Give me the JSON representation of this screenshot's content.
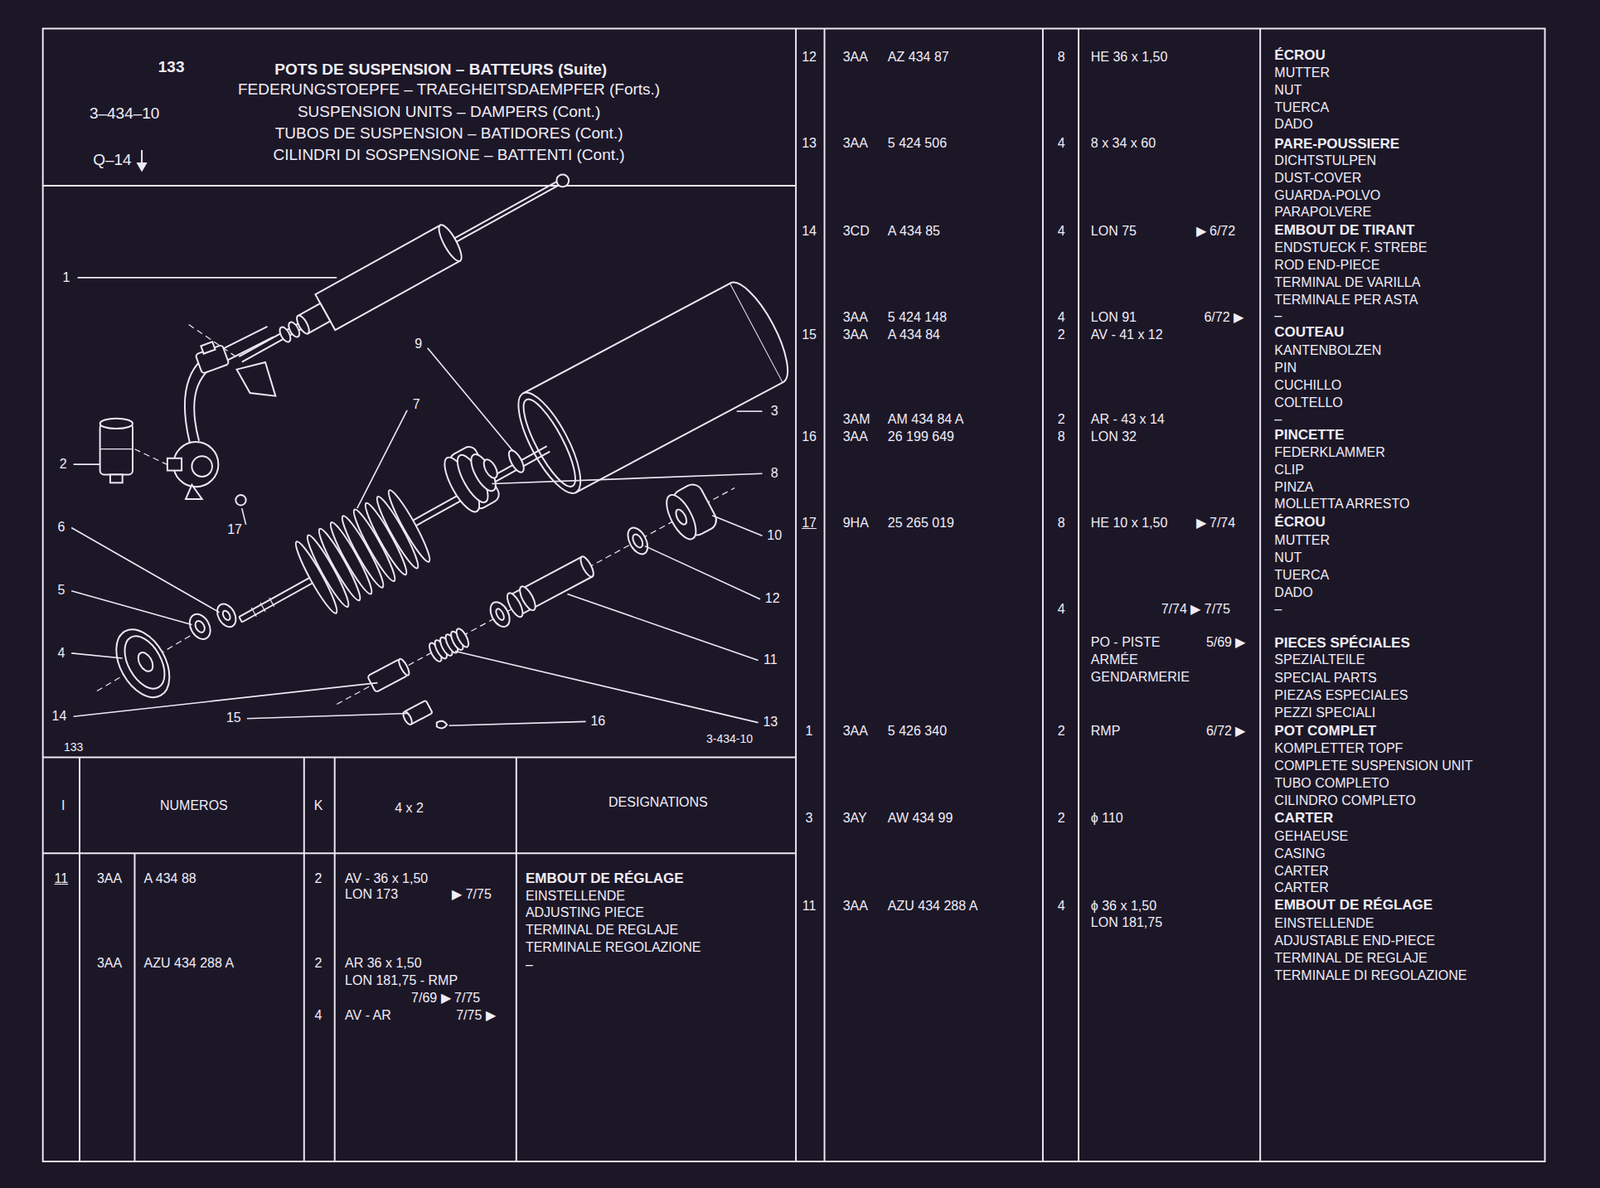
{
  "diagram": {
    "title": "POTS DE SUSPENSION – BATTEURS (Suite)",
    "labels": [
      "133",
      "FEDERUNGSTOEPFE – TRAEGHEITSDAEMPFER (Forts.)",
      "SUSPENSION UNITS – DAMPERS (Cont.)",
      "TUBOS DE SUSPENSION – BATIDORES (Cont.)",
      "CILINDRI DI SOSPENSIONE – BATTENTI (Cont.)",
      "3–434–10",
      "Q–14",
      "1",
      "2",
      "6",
      "5",
      "4",
      "14",
      "15",
      "16",
      "13",
      "11",
      "12",
      "10",
      "8",
      "3",
      "9",
      "7",
      "17",
      "133",
      "3-434-10",
      "I",
      "NUMEROS",
      "K",
      "4 x 2",
      "DESIGNATIONS",
      "11",
      "3AA",
      "A 434 88",
      "2",
      "AV - 36 x 1,50",
      "LON 173",
      "▶ 7/75",
      "EMBOUT DE RÉGLAGE",
      "EINSTELLENDE",
      "ADJUSTING PIECE",
      "TERMINAL DE REGLAJE",
      "TERMINALE REGOLAZIONE",
      "–",
      "3AA",
      "AZU 434 288 A",
      "2",
      "AR 36 x 1,50",
      "LON 181,75 - RMP",
      "7/69 ▶ 7/75",
      "4",
      "AV - AR",
      "7/75 ▶",
      "12",
      "3AA",
      "AZ 434 87",
      "8",
      "HE 36 x 1,50",
      "ÉCROU",
      "MUTTER",
      "NUT",
      "TUERCA",
      "DADO",
      "13",
      "3AA",
      "5 424 506",
      "4",
      "8 x 34 x 60",
      "PARE-POUSSIERE",
      "DICHTSTULPEN",
      "DUST-COVER",
      "GUARDA-POLVO",
      "PARAPOLVERE",
      "14",
      "3CD",
      "A 434 85",
      "4",
      "LON 75",
      "▶ 6/72",
      "EMBOUT DE TIRANT",
      "ENDSTUECK F. STREBE",
      "ROD END-PIECE",
      "TERMINAL DE VARILLA",
      "TERMINALE PER ASTA",
      "–",
      "3AA",
      "5 424 148",
      "4",
      "LON 91",
      "6/72 ▶",
      "15",
      "3AA",
      "A 434 84",
      "2",
      "AV - 41 x 12",
      "COUTEAU",
      "KANTENBOLZEN",
      "PIN",
      "CUCHILLO",
      "COLTELLO",
      "–",
      "3AM",
      "AM 434 84 A",
      "2",
      "AR - 43 x 14",
      "16",
      "3AA",
      "26 199 649",
      "8",
      "LON 32",
      "PINCETTE",
      "FEDERKLAMMER",
      "CLIP",
      "PINZA",
      "MOLLETTA ARRESTO",
      "17",
      "9HA",
      "25 265 019",
      "8",
      "HE 10 x 1,50",
      "▶ 7/74",
      "ÉCROU",
      "MUTTER",
      "NUT",
      "TUERCA",
      "DADO",
      "4",
      "7/74 ▶ 7/75",
      "–",
      "PO - PISTE",
      "5/69 ▶",
      "ARMÉE",
      "GENDARMERIE",
      "PIECES SPÉCIALES",
      "SPEZIALTEILE",
      "SPECIAL PARTS",
      "PIEZAS ESPECIALES",
      "PEZZI SPECIALI",
      "1",
      "3AA",
      "5 426 340",
      "2",
      "RMP",
      "6/72 ▶",
      "POT COMPLET",
      "KOMPLETTER TOPF",
      "COMPLETE SUSPENSION UNIT",
      "TUBO COMPLETO",
      "CILINDRO COMPLETO",
      "3",
      "3AY",
      "AW 434 99",
      "2",
      "ϕ 110",
      "CARTER",
      "GEHAEUSE",
      "CASING",
      "CARTER",
      "CARTER",
      "11",
      "3AA",
      "AZU 434 288 A",
      "4",
      "ϕ 36 x 1,50",
      "LON 181,75",
      "EMBOUT DE RÉGLAGE",
      "EINSTELLENDE",
      "ADJUSTABLE END-PIECE",
      "TERMINAL DE REGLAJE",
      "TERMINALE DI REGOLAZIONE"
    ]
  }
}
